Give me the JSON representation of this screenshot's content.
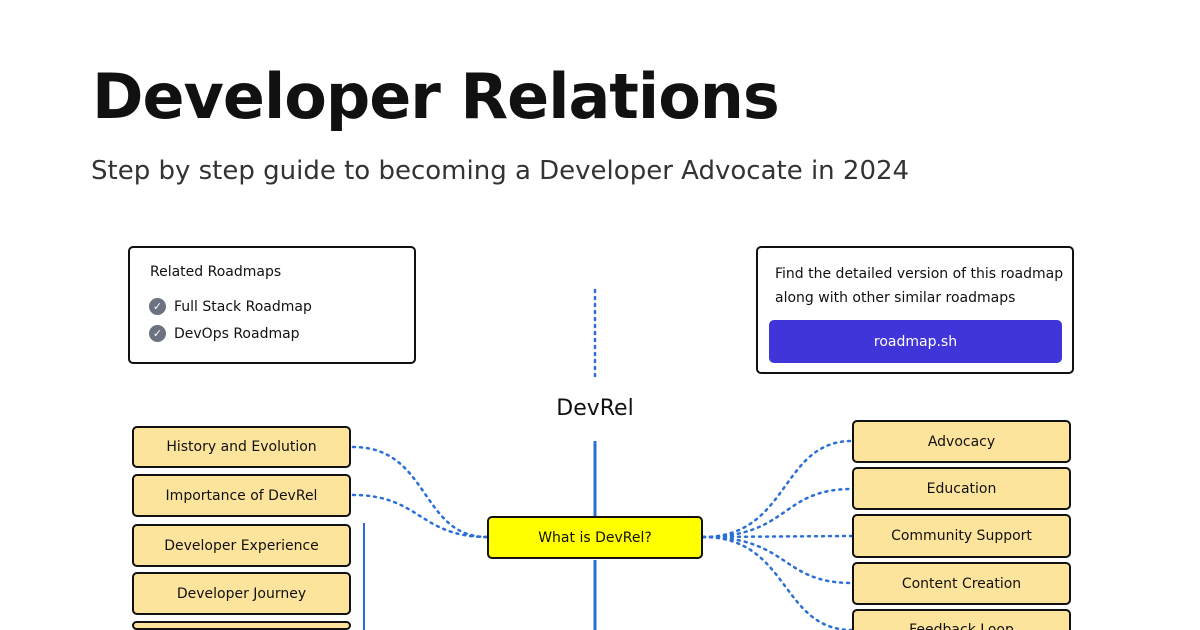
{
  "header": {
    "title": "Developer Relations",
    "subtitle": "Step by step guide to becoming a Developer Advocate in 2024"
  },
  "related": {
    "heading": "Related Roadmaps",
    "items": [
      {
        "label": "Full Stack Roadmap",
        "icon": "check-circle-icon"
      },
      {
        "label": "DevOps Roadmap",
        "icon": "check-circle-icon"
      }
    ]
  },
  "promo": {
    "text": "Find the detailed version of this roadmap along with other similar roadmaps",
    "button_label": "roadmap.sh"
  },
  "roadmap": {
    "root_label": "DevRel",
    "center_node": "What is DevRel?",
    "left_nodes": [
      "History and Evolution",
      "Importance of DevRel",
      "Developer Experience",
      "Developer Journey"
    ],
    "right_nodes": [
      "Advocacy",
      "Education",
      "Community Support",
      "Content Creation",
      "Feedback Loop"
    ]
  },
  "colors": {
    "node_fill": "#fde49c",
    "center_fill": "#ffff00",
    "connector": "#2b6fd6",
    "button": "#3f35d9"
  }
}
